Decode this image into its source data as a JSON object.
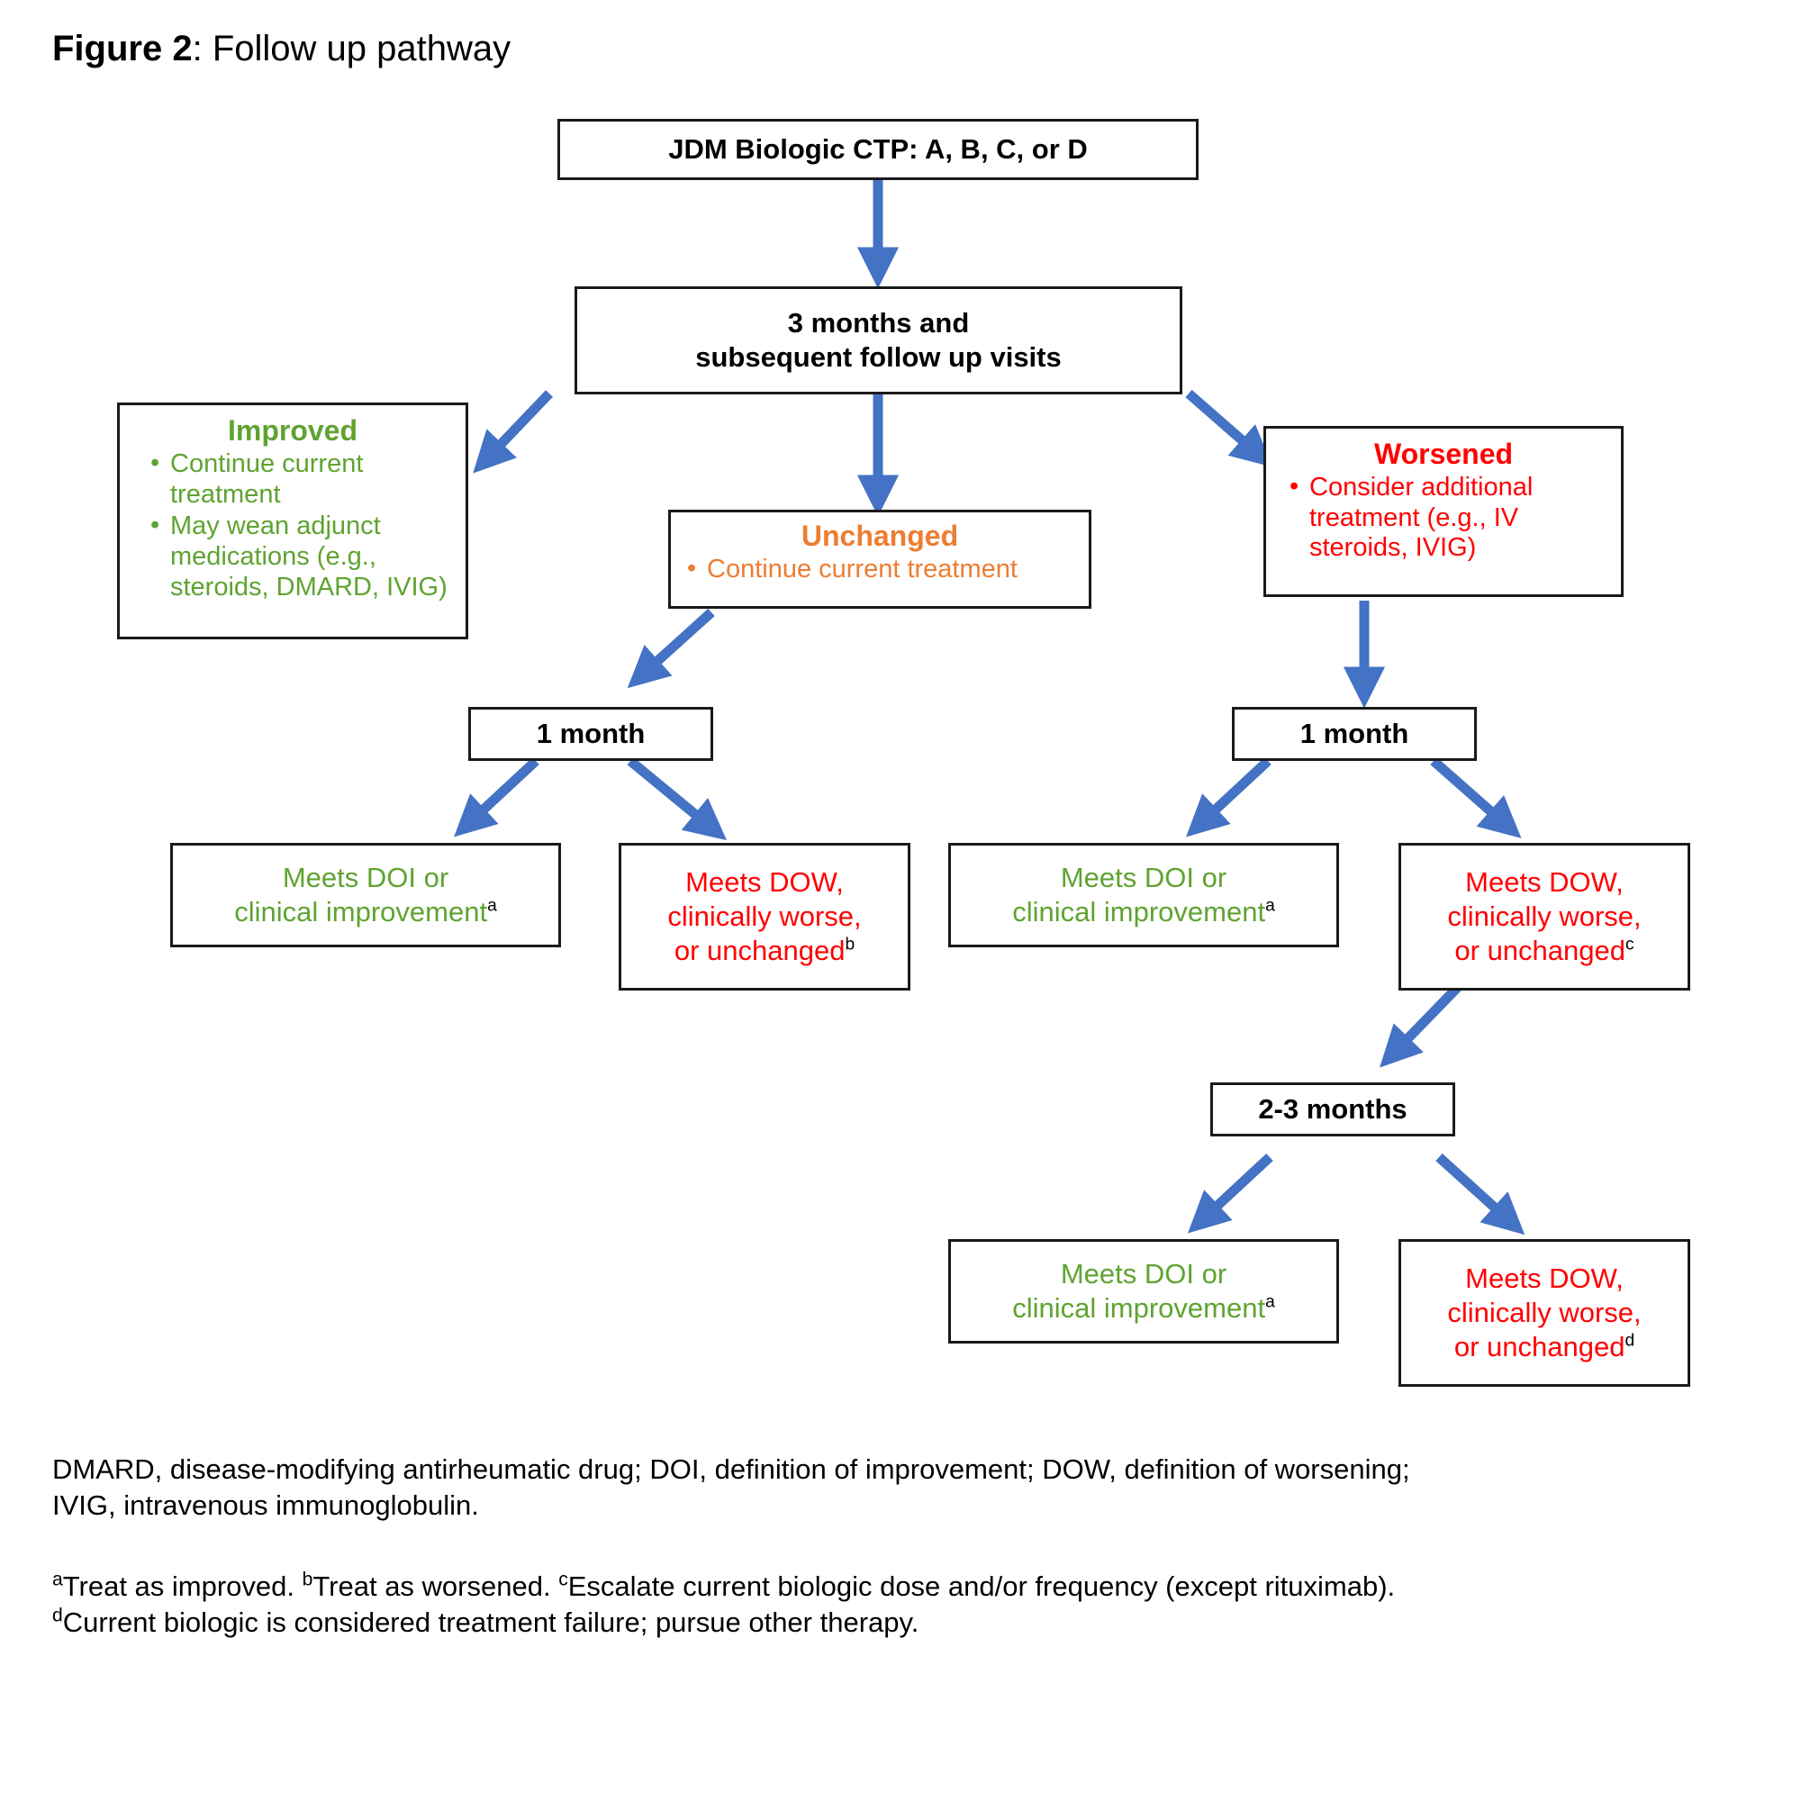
{
  "title": {
    "label": "Figure 2",
    "separator": ": ",
    "text": "Follow up pathway"
  },
  "colors": {
    "improved_green": "#5FA331",
    "unchanged_orange": "#ED7D31",
    "worsened_red": "#FF0000",
    "arrow_blue": "#4472C4",
    "box_border": "#1A1A1A",
    "background": "#FFFFFF",
    "text_black": "#000000"
  },
  "nodes": {
    "start": {
      "text": "JDM Biologic CTP: A, B, C, or D"
    },
    "followup": {
      "line1": "3 months and",
      "line2": "subsequent follow up visits"
    },
    "improved": {
      "heading": "Improved",
      "bullets": [
        "Continue current treatment",
        "May wean adjunct medications (e.g., steroids, DMARD, IVIG)"
      ]
    },
    "unchanged": {
      "heading": "Unchanged",
      "bullets": [
        "Continue current treatment"
      ]
    },
    "worsened": {
      "heading": "Worsened",
      "bullets": [
        "Consider additional treatment (e.g., IV steroids, IVIG)"
      ]
    },
    "one_month_left": {
      "text": "1 month"
    },
    "one_month_right": {
      "text": "1 month"
    },
    "two_three_months": {
      "text": "2-3 months"
    },
    "doi_left": {
      "line1": "Meets DOI or",
      "line2": "clinical improvement",
      "marker": "a"
    },
    "dow_left": {
      "line1": "Meets DOW,",
      "line2": "clinically worse,",
      "line3": "or unchanged",
      "marker": "b"
    },
    "doi_right": {
      "line1": "Meets DOI or",
      "line2": "clinical improvement",
      "marker": "a"
    },
    "dow_right": {
      "line1": "Meets DOW,",
      "line2": "clinically worse,",
      "line3": "or unchanged",
      "marker": "c"
    },
    "doi_bottom": {
      "line1": "Meets DOI or",
      "line2": "clinical improvement",
      "marker": "a"
    },
    "dow_bottom": {
      "line1": "Meets DOW,",
      "line2": "clinically worse,",
      "line3": "or unchanged",
      "marker": "d"
    }
  },
  "footnotes": {
    "abbreviations_line1": "DMARD, disease-modifying antirheumatic drug; DOI, definition of improvement; DOW, definition of worsening;",
    "abbreviations_line2": "IVIG, intravenous immunoglobulin.",
    "marker_a": "a",
    "note_a": "Treat as improved. ",
    "marker_b": "b",
    "note_b": "Treat as worsened. ",
    "marker_c": "c",
    "note_c": "Escalate current biologic dose and/or frequency (except rituximab).",
    "marker_d": "d",
    "note_d": "Current biologic is considered treatment failure; pursue other therapy."
  },
  "chart_data": {
    "type": "flowchart",
    "title": "Figure 2: Follow up pathway",
    "nodes": [
      {
        "id": "start",
        "label": "JDM Biologic CTP: A, B, C, or D",
        "style": "black-bold"
      },
      {
        "id": "followup",
        "label": "3 months and subsequent follow up visits",
        "style": "black-bold"
      },
      {
        "id": "improved",
        "label": "Improved",
        "style": "green"
      },
      {
        "id": "unchanged",
        "label": "Unchanged",
        "style": "orange"
      },
      {
        "id": "worsened",
        "label": "Worsened",
        "style": "red"
      },
      {
        "id": "one_month_left",
        "label": "1 month",
        "style": "black-bold"
      },
      {
        "id": "one_month_right",
        "label": "1 month",
        "style": "black-bold"
      },
      {
        "id": "two_three_months",
        "label": "2-3 months",
        "style": "black-bold"
      },
      {
        "id": "doi_left",
        "label": "Meets DOI or clinical improvement (a)",
        "style": "green"
      },
      {
        "id": "dow_left",
        "label": "Meets DOW, clinically worse, or unchanged (b)",
        "style": "red"
      },
      {
        "id": "doi_right",
        "label": "Meets DOI or clinical improvement (a)",
        "style": "green"
      },
      {
        "id": "dow_right",
        "label": "Meets DOW, clinically worse, or unchanged (c)",
        "style": "red"
      },
      {
        "id": "doi_bottom",
        "label": "Meets DOI or clinical improvement (a)",
        "style": "green"
      },
      {
        "id": "dow_bottom",
        "label": "Meets DOW, clinically worse, or unchanged (d)",
        "style": "red"
      }
    ],
    "edges": [
      {
        "from": "start",
        "to": "followup"
      },
      {
        "from": "followup",
        "to": "improved"
      },
      {
        "from": "followup",
        "to": "unchanged"
      },
      {
        "from": "followup",
        "to": "worsened"
      },
      {
        "from": "unchanged",
        "to": "one_month_left"
      },
      {
        "from": "worsened",
        "to": "one_month_right"
      },
      {
        "from": "one_month_left",
        "to": "doi_left"
      },
      {
        "from": "one_month_left",
        "to": "dow_left"
      },
      {
        "from": "one_month_right",
        "to": "doi_right"
      },
      {
        "from": "one_month_right",
        "to": "dow_right"
      },
      {
        "from": "dow_right",
        "to": "two_three_months"
      },
      {
        "from": "two_three_months",
        "to": "doi_bottom"
      },
      {
        "from": "two_three_months",
        "to": "dow_bottom"
      }
    ]
  }
}
